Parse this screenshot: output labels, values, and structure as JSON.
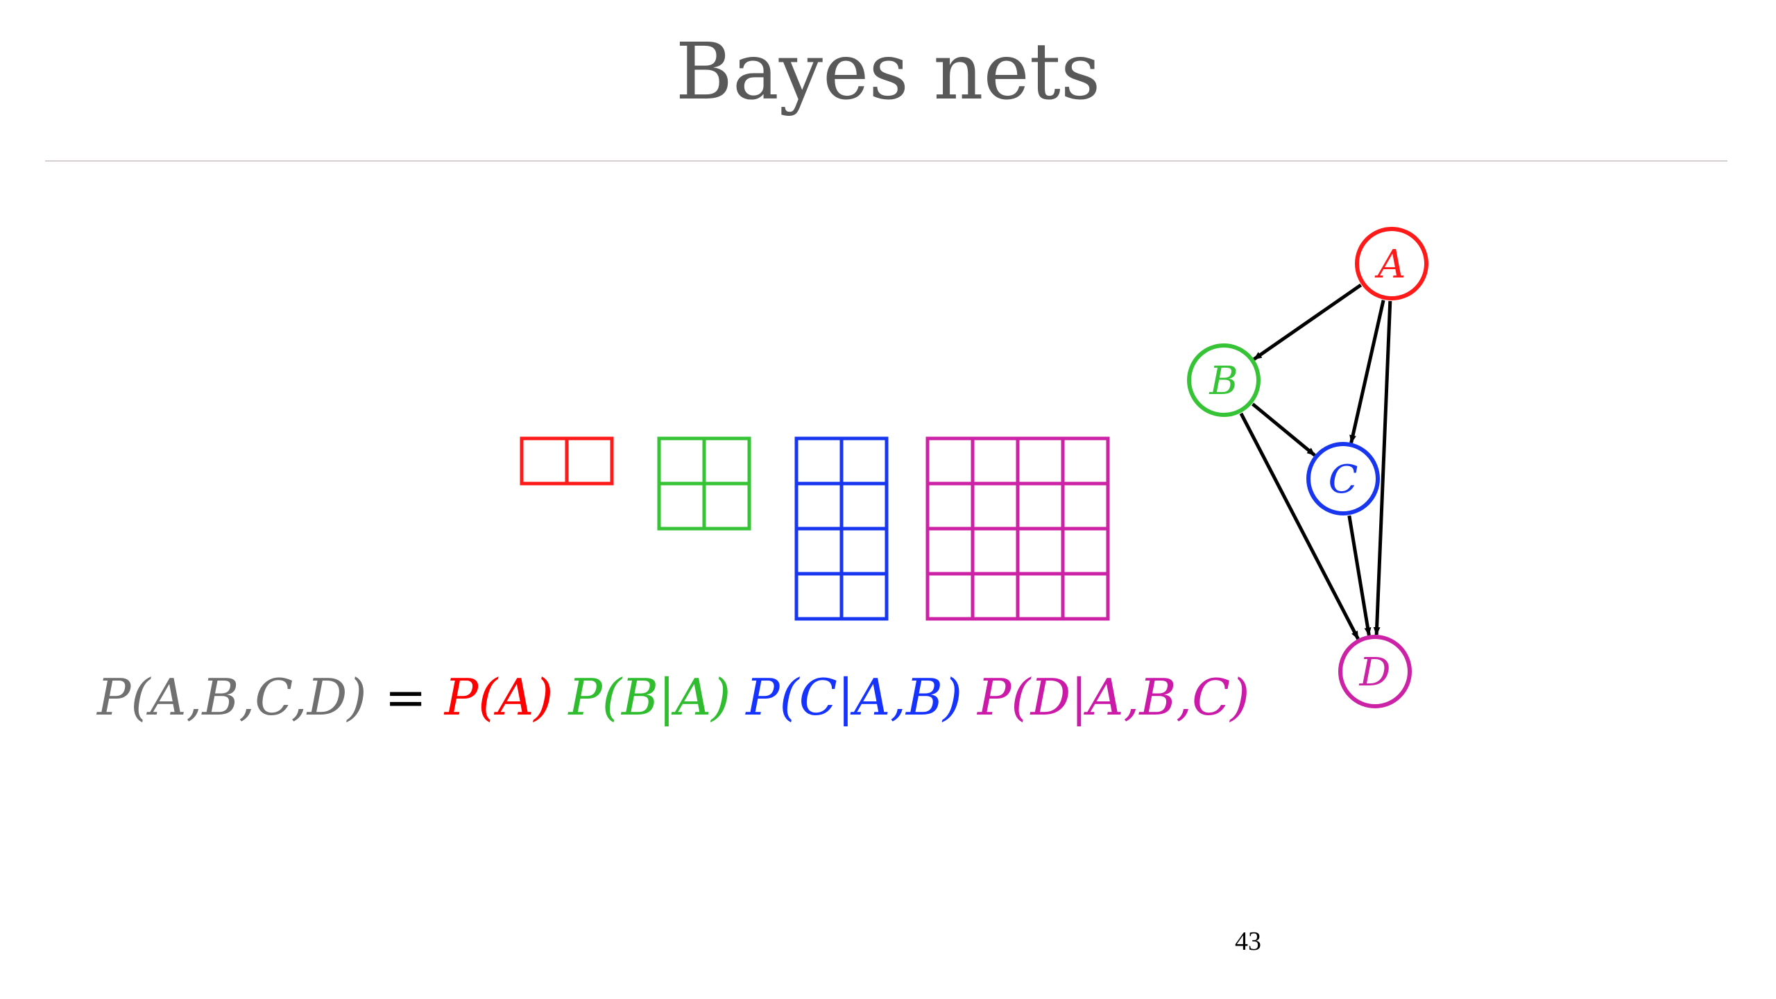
{
  "slide": {
    "title": "Bayes nets",
    "page_number": "43"
  },
  "equation": {
    "lhs": "P(A,B,C,D)",
    "equals": "=",
    "term_a": "P(A)",
    "term_b": "P(B|A)",
    "term_c": "P(C|A,B)",
    "term_d": "P(D|A,B,C)"
  },
  "tables": [
    {
      "name": "table-a",
      "rows": 1,
      "cols": 2,
      "color": "#ff1a1a"
    },
    {
      "name": "table-b",
      "rows": 2,
      "cols": 2,
      "color": "#36c436"
    },
    {
      "name": "table-c",
      "rows": 4,
      "cols": 2,
      "color": "#1836f0"
    },
    {
      "name": "table-d",
      "rows": 4,
      "cols": 4,
      "color": "#cc22a6"
    }
  ],
  "graph": {
    "nodes": [
      {
        "id": "A",
        "label": "A",
        "color": "#ff1a1a"
      },
      {
        "id": "B",
        "label": "B",
        "color": "#36c436"
      },
      {
        "id": "C",
        "label": "C",
        "color": "#1836f0"
      },
      {
        "id": "D",
        "label": "D",
        "color": "#cc22a6"
      }
    ],
    "edges": [
      {
        "from": "A",
        "to": "B"
      },
      {
        "from": "A",
        "to": "C"
      },
      {
        "from": "A",
        "to": "D"
      },
      {
        "from": "B",
        "to": "C"
      },
      {
        "from": "B",
        "to": "D"
      },
      {
        "from": "C",
        "to": "D"
      }
    ],
    "edge_color": "#000000"
  }
}
